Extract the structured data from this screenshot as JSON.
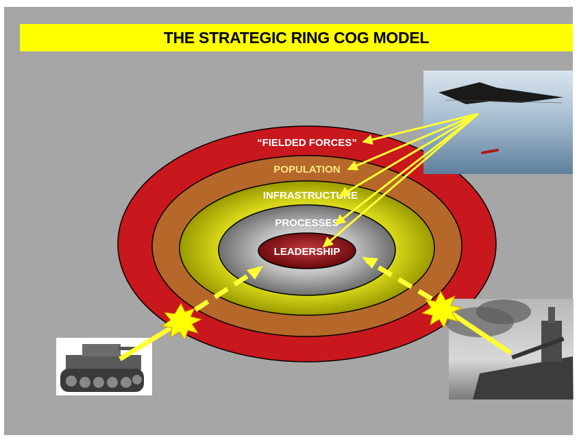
{
  "title": "THE STRATEGIC RING COG MODEL",
  "rings": [
    {
      "label": "“FIELDED FORCES”",
      "color": "#c8171d",
      "text_color": "#ffffff"
    },
    {
      "label": "POPULATION",
      "color": "#b5682a",
      "text_color": "#ffe680"
    },
    {
      "label": "INFRASTRUCTURE",
      "color": "#a8a800",
      "text_color": "#ffffff"
    },
    {
      "label": "PROCESSES",
      "color": "#8c8c8c",
      "text_color": "#ffffff"
    },
    {
      "label": "LEADERSHIP",
      "color": "#7a0d10",
      "text_color": "#ffffff"
    }
  ],
  "images": {
    "bomber": "stealth-bomber-photo",
    "tank": "tank-photo",
    "battleship": "battleship-photo"
  },
  "colors": {
    "background": "#a6a6a6",
    "title_bar": "#ffff00",
    "arrow": "#ffff33",
    "explosion": "#ffff00"
  }
}
